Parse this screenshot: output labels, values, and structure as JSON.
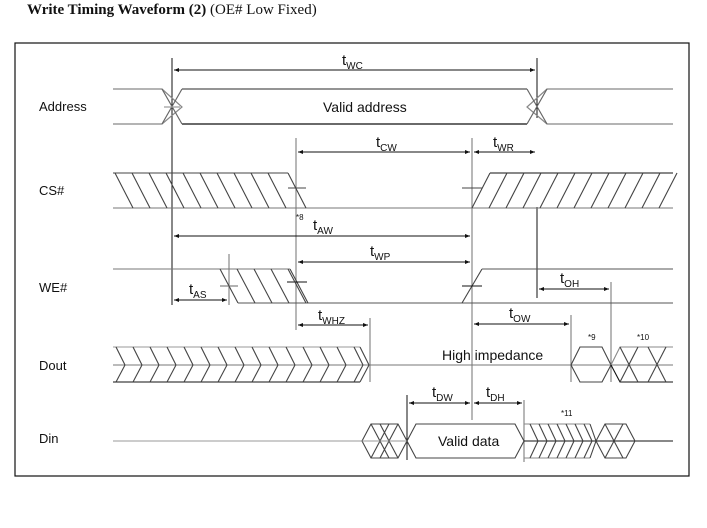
{
  "title": {
    "bold": "Write Timing Waveform (2)",
    "normal": "(OE# Low Fixed)"
  },
  "signals": [
    {
      "name": "Address"
    },
    {
      "name": "CS#"
    },
    {
      "name": "WE#"
    },
    {
      "name": "Dout"
    },
    {
      "name": "Din"
    }
  ],
  "annotations": {
    "valid_address": "Valid address",
    "high_impedance": "High impedance",
    "valid_data": "Valid data",
    "note8": "*8",
    "note9": "*9",
    "note10": "*10",
    "note11": "*11"
  },
  "timings": {
    "twc": {
      "t": "t",
      "sub": "WC"
    },
    "tcw": {
      "t": "t",
      "sub": "CW"
    },
    "twr": {
      "t": "t",
      "sub": "WR"
    },
    "taw": {
      "t": "t",
      "sub": "AW"
    },
    "twp": {
      "t": "t",
      "sub": "WP"
    },
    "tas": {
      "t": "t",
      "sub": "AS"
    },
    "toh": {
      "t": "t",
      "sub": "OH"
    },
    "twhz": {
      "t": "t",
      "sub": "WHZ"
    },
    "tow": {
      "t": "t",
      "sub": "OW"
    },
    "tdw": {
      "t": "t",
      "sub": "DW"
    },
    "tdh": {
      "t": "t",
      "sub": "DH"
    }
  }
}
